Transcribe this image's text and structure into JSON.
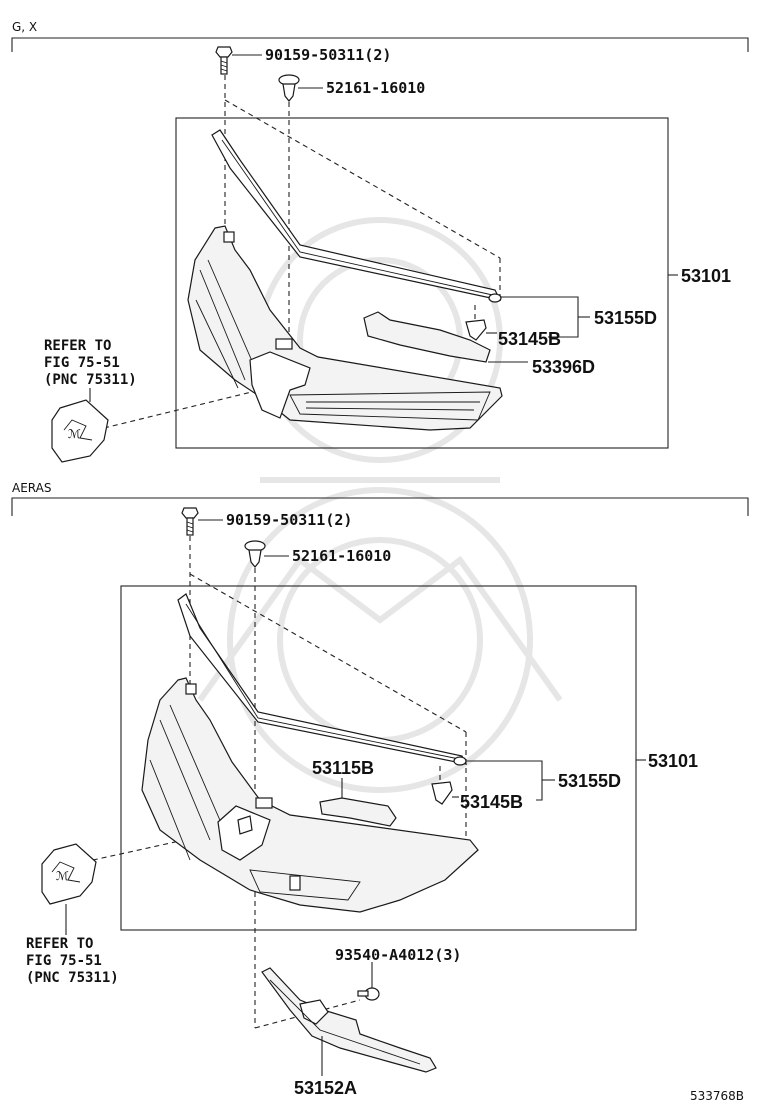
{
  "sections": [
    {
      "label": "G, X",
      "parts": {
        "bolt": "90159-50311(2)",
        "clip": "52161-16010",
        "grille_assy": "53101",
        "molding_group": "53155D",
        "retainer": "53145B",
        "seal": "53396D"
      },
      "refer": [
        "REFER TO",
        "FIG 75-51",
        "(PNC 75311)"
      ]
    },
    {
      "label": "AERAS",
      "parts": {
        "bolt": "90159-50311(2)",
        "clip": "52161-16010",
        "grille_assy": "53101",
        "molding_group": "53155D",
        "retainer": "53145B",
        "upper_seal": "53115B",
        "bracket_screw": "93540-A4012(3)",
        "bracket": "53152A"
      },
      "refer": [
        "REFER TO",
        "FIG 75-51",
        "(PNC 75311)"
      ]
    }
  ],
  "illustration_id": "533768B"
}
